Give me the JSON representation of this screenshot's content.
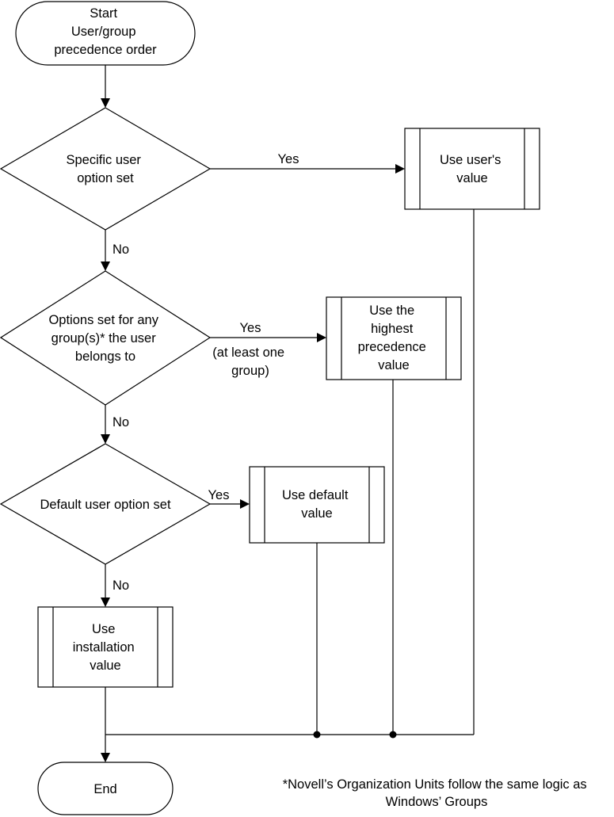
{
  "diagram": {
    "start": {
      "lines": [
        "Start",
        "User/group",
        "precedence order"
      ]
    },
    "decisions": [
      {
        "lines": [
          "Specific user",
          "option set"
        ]
      },
      {
        "lines": [
          "Options set for any",
          "group(s)* the user",
          "belongs to"
        ]
      },
      {
        "lines": [
          "Default user option set"
        ]
      }
    ],
    "processes": [
      {
        "lines": [
          "Use user's",
          "value"
        ]
      },
      {
        "lines": [
          "Use the",
          "highest",
          "precedence",
          "value"
        ]
      },
      {
        "lines": [
          "Use default",
          "value"
        ]
      },
      {
        "lines": [
          "Use",
          "installation",
          "value"
        ]
      }
    ],
    "end": {
      "lines": [
        "End"
      ]
    },
    "edge_labels": {
      "yes_1": "Yes",
      "no_1": "No",
      "yes_2": "Yes",
      "yes_2_note": [
        "(at least one",
        "group)"
      ],
      "no_2": "No",
      "yes_3": "Yes",
      "no_3": "No"
    },
    "footnote": [
      "*Novell’s Organization Units follow the same logic as",
      "Windows’ Groups"
    ]
  }
}
